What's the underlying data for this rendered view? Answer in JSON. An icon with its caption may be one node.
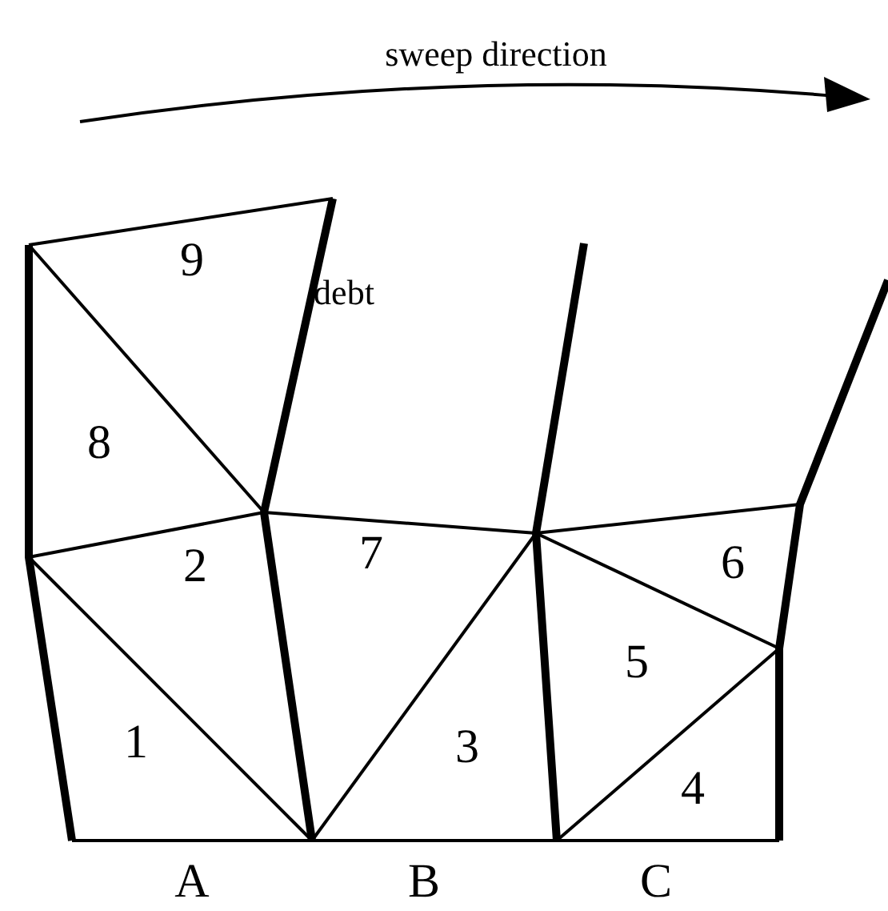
{
  "diagram": {
    "labels": [
      "sweep direction",
      "9",
      "debt",
      "8",
      "2",
      "7",
      "6",
      "5",
      "1",
      "3",
      "4",
      "A",
      "B",
      "C"
    ]
  }
}
